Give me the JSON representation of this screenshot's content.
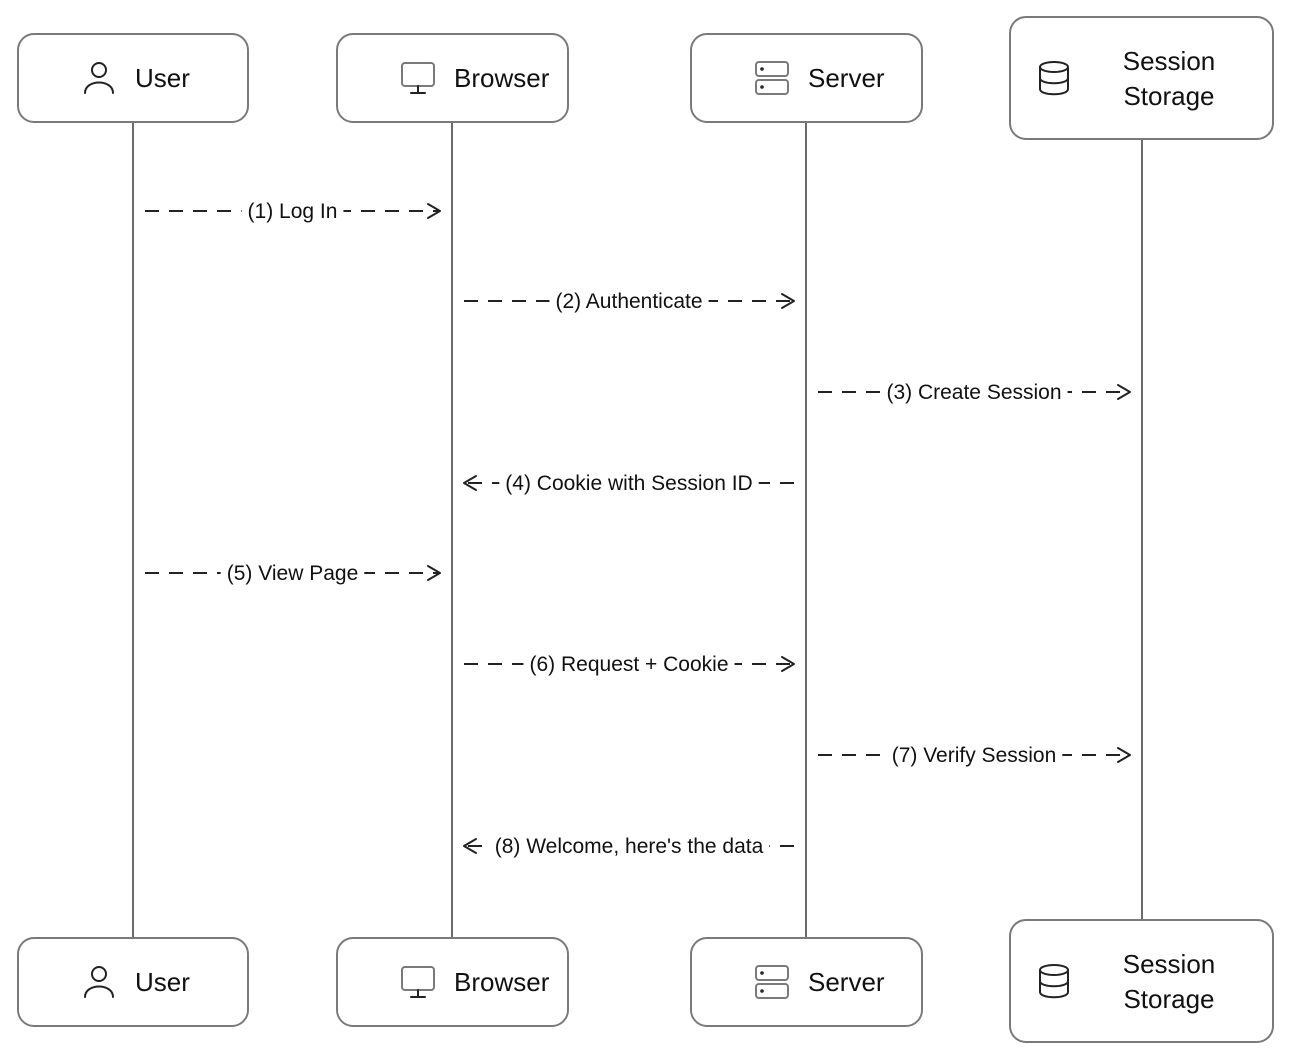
{
  "participants": [
    {
      "id": "user",
      "label_lines": [
        "User"
      ],
      "icon": "user-icon"
    },
    {
      "id": "browser",
      "label_lines": [
        "Browser"
      ],
      "icon": "monitor-icon"
    },
    {
      "id": "server",
      "label_lines": [
        "Server"
      ],
      "icon": "server-icon"
    },
    {
      "id": "storage",
      "label_lines": [
        "Session",
        "Storage"
      ],
      "icon": "database-icon"
    }
  ],
  "messages": [
    {
      "from": "user",
      "to": "browser",
      "label": "(1) Log In"
    },
    {
      "from": "browser",
      "to": "server",
      "label": "(2) Authenticate"
    },
    {
      "from": "server",
      "to": "storage",
      "label": "(3) Create Session"
    },
    {
      "from": "server",
      "to": "browser",
      "label": "(4) Cookie with Session ID"
    },
    {
      "from": "user",
      "to": "browser",
      "label": "(5) View Page"
    },
    {
      "from": "browser",
      "to": "server",
      "label": "(6) Request + Cookie"
    },
    {
      "from": "server",
      "to": "storage",
      "label": "(7) Verify Session"
    },
    {
      "from": "server",
      "to": "browser",
      "label": "(8) Welcome, here's the data"
    }
  ]
}
